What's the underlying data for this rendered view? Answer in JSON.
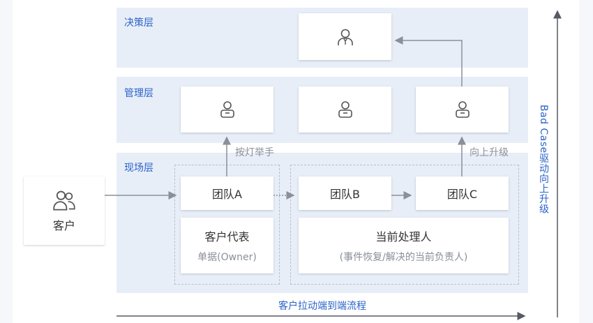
{
  "layers": {
    "decision": "决策层",
    "management": "管理层",
    "field": "现场层"
  },
  "customer": {
    "label": "客户",
    "icon": "customers-icon"
  },
  "teams": {
    "a": "团队A",
    "b": "团队B",
    "c": "团队C"
  },
  "rep": {
    "title": "客户代表",
    "subtitle": "单据(Owner)"
  },
  "handler": {
    "title": "当前处理人",
    "subtitle": "(事件恢复/解决的当前负责人)"
  },
  "notes": {
    "raise_hand": "按灯举手",
    "escalate": "向上升级"
  },
  "axes": {
    "vertical": "Bad Case驱动向上升级",
    "horizontal": "客户拉动端到端流程"
  },
  "colors": {
    "band": "#e8eef8",
    "accent": "#2a63c9",
    "arrow": "#8a8f99",
    "dash": "#b9bec7"
  }
}
